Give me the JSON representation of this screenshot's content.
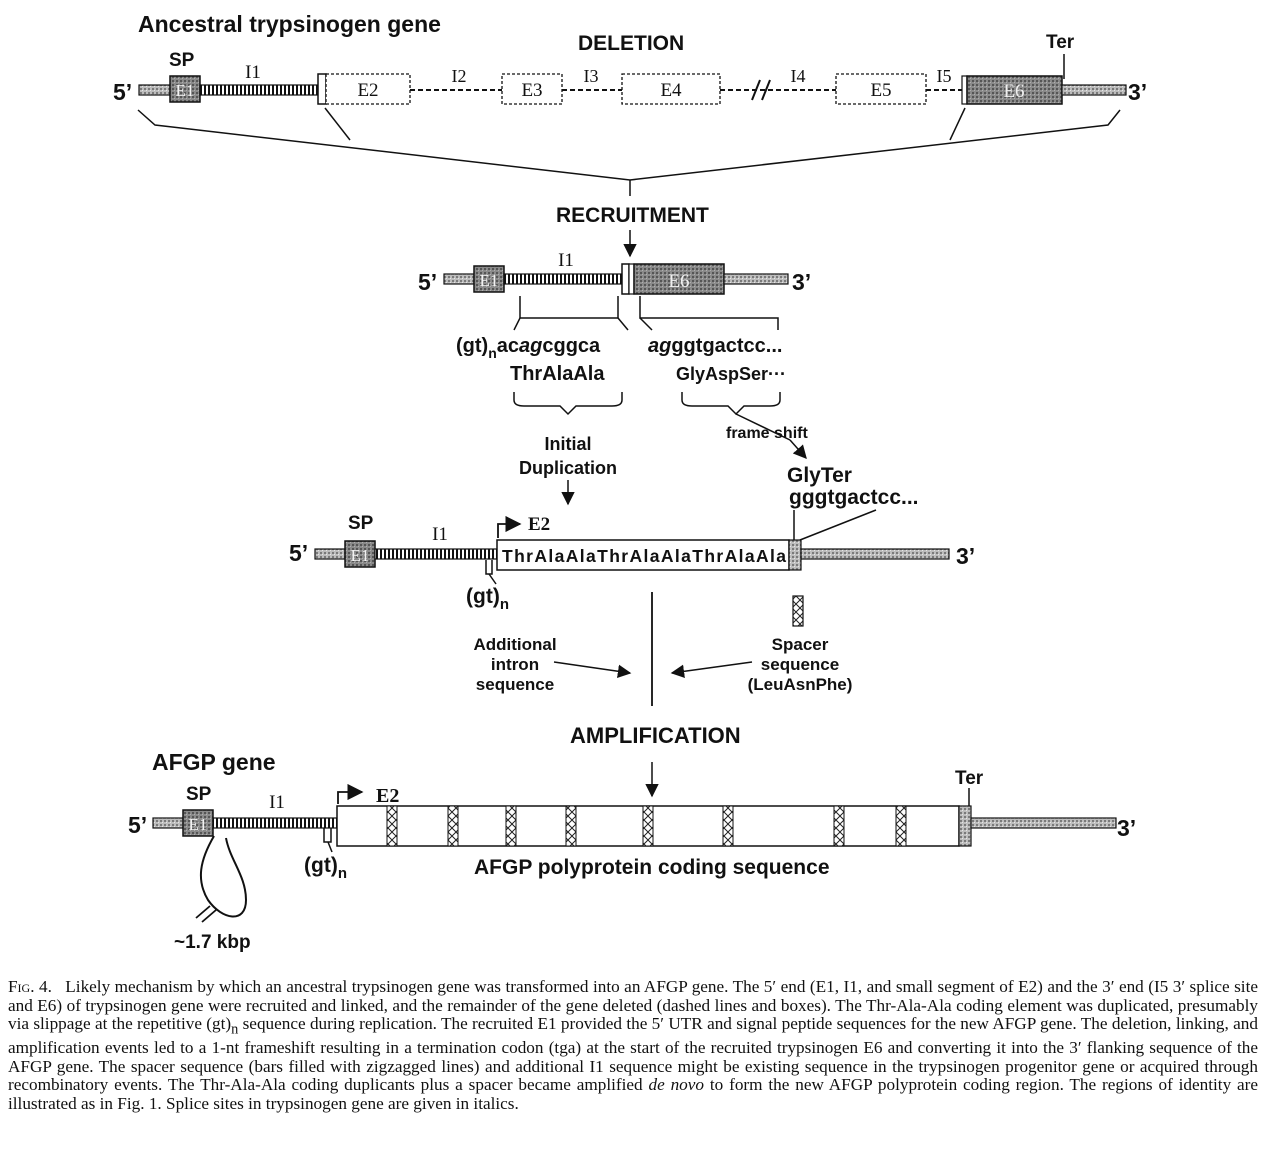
{
  "colors": {
    "ink": "#111111",
    "gray_fill": "#9a9a9a",
    "dark_fill": "#6a6a6a",
    "light_fill": "#d2d2d2"
  },
  "panel_top": {
    "title": "Ancestral trypsinogen gene",
    "deletion": "DELETION",
    "sp": "SP",
    "ter": "Ter",
    "five": "5’",
    "three": "3’",
    "exons": [
      "E1",
      "E2",
      "E3",
      "E4",
      "E5",
      "E6"
    ],
    "introns": [
      "I1",
      "I2",
      "I3",
      "I4",
      "I5"
    ]
  },
  "panel_recruit": {
    "title": "RECRUITMENT",
    "five": "5’",
    "three": "3’",
    "e1": "E1",
    "i1": "I1",
    "e6": "E6",
    "seq_left_pre": "(gt)",
    "seq_left_sub": "n",
    "seq_left_a": "ac",
    "seq_left_ag": "ag",
    "seq_left_b": "cggca",
    "seq_right_ag": "ag",
    "seq_right_b": "ggtgactcc...",
    "aa_left": "ThrAlaAla",
    "aa_right": "GlyAspSer···",
    "initial_1": "Initial",
    "initial_2": "Duplication",
    "frame_shift": "frame shift",
    "glyter": "GlyTer",
    "glyter_seq": "gggtgactcc..."
  },
  "panel_dup": {
    "five": "5’",
    "three": "3’",
    "sp": "SP",
    "e1": "E1",
    "i1": "I1",
    "e2": "E2",
    "repeat": "ThrAlaAlaThrAlaAlaThrAlaAla",
    "gt": "(gt)",
    "gt_sub": "n",
    "additional_1": "Additional",
    "additional_2": "intron",
    "additional_3": "sequence",
    "spacer_1": "Spacer",
    "spacer_2": "sequence",
    "spacer_3": "(LeuAsnPhe)",
    "amplification": "AMPLIFICATION"
  },
  "panel_afgp": {
    "title": "AFGP gene",
    "sp": "SP",
    "e1": "E1",
    "i1": "I1",
    "e2": "E2",
    "ter": "Ter",
    "five": "5’",
    "three": "3’",
    "gt": "(gt)",
    "gt_sub": "n",
    "coding": "AFGP polyprotein coding sequence",
    "kbp": "~1.7 kbp"
  },
  "caption": {
    "label": "Fig. 4.",
    "text_1": "Likely mechanism by which an ancestral trypsinogen gene was transformed into an AFGP gene. The 5′ end (E1, I1, and small segment of E2) and the 3′ end (I5 3′ splice site and E6) of trypsinogen gene were recruited and linked, and the remainder of the gene deleted (dashed lines and boxes). The Thr-Ala-Ala coding element was duplicated, presumably via slippage at the repetitive (gt)",
    "text_sub": "n",
    "text_2": " sequence during replication. The recruited E1 provided the 5′ UTR and signal peptide sequences for the new AFGP gene. The deletion, linking, and amplification events led to a 1-nt frameshift resulting in a termination codon (tga) at the start of the recruited trypsinogen E6 and converting it into the 3′ flanking sequence of the AFGP gene. The spacer sequence (bars filled with zigzagged lines) and additional I1 sequence might be existing sequence in the trypsinogen progenitor gene or acquired through recombinatory events. The Thr-Ala-Ala coding duplicants plus a spacer became amplified ",
    "text_em": "de novo",
    "text_3": " to form the new AFGP polyprotein coding region. The regions of identity are illustrated as in Fig. 1. Splice sites in trypsinogen gene are given in italics."
  }
}
